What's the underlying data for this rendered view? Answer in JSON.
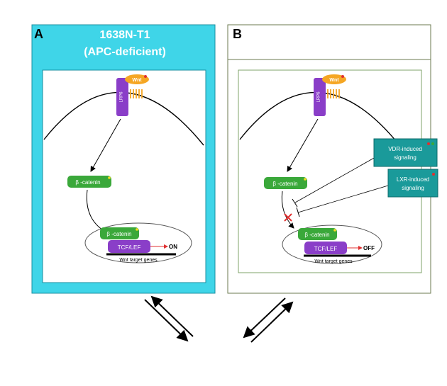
{
  "panel_a": {
    "letter": "A",
    "title_line1": "1638N-T1",
    "title_line2": "(APC-deficient)",
    "wnt": "Wnt",
    "lrp6": "LRP6",
    "beta_catenin": "β -catenin",
    "beta_catenin_nuclear": "β -catenin",
    "tcf_lef": "TCF/LEF",
    "status": "ON",
    "target_genes": "Wnt target genes"
  },
  "panel_b": {
    "letter": "B",
    "wnt": "Wnt",
    "lrp6": "LRP6",
    "beta_catenin": "β -catenin",
    "beta_catenin_nuclear": "β -catenin",
    "tcf_lef": "TCF/LEF",
    "status": "OFF",
    "target_genes": "Wnt target genes",
    "vdr_line1": "VDR-induced",
    "vdr_line2": "signaling",
    "lxr_line1": "LXR-induced",
    "lxr_line2": "signaling"
  },
  "colors": {
    "panel_a_fill": "#3fd5e8",
    "green_box": "#3aa83a",
    "purple_box": "#8a3ec8",
    "wnt_orange": "#f5a623",
    "teal_box": "#1a9a9a",
    "inhibit_x": "#e03030"
  }
}
